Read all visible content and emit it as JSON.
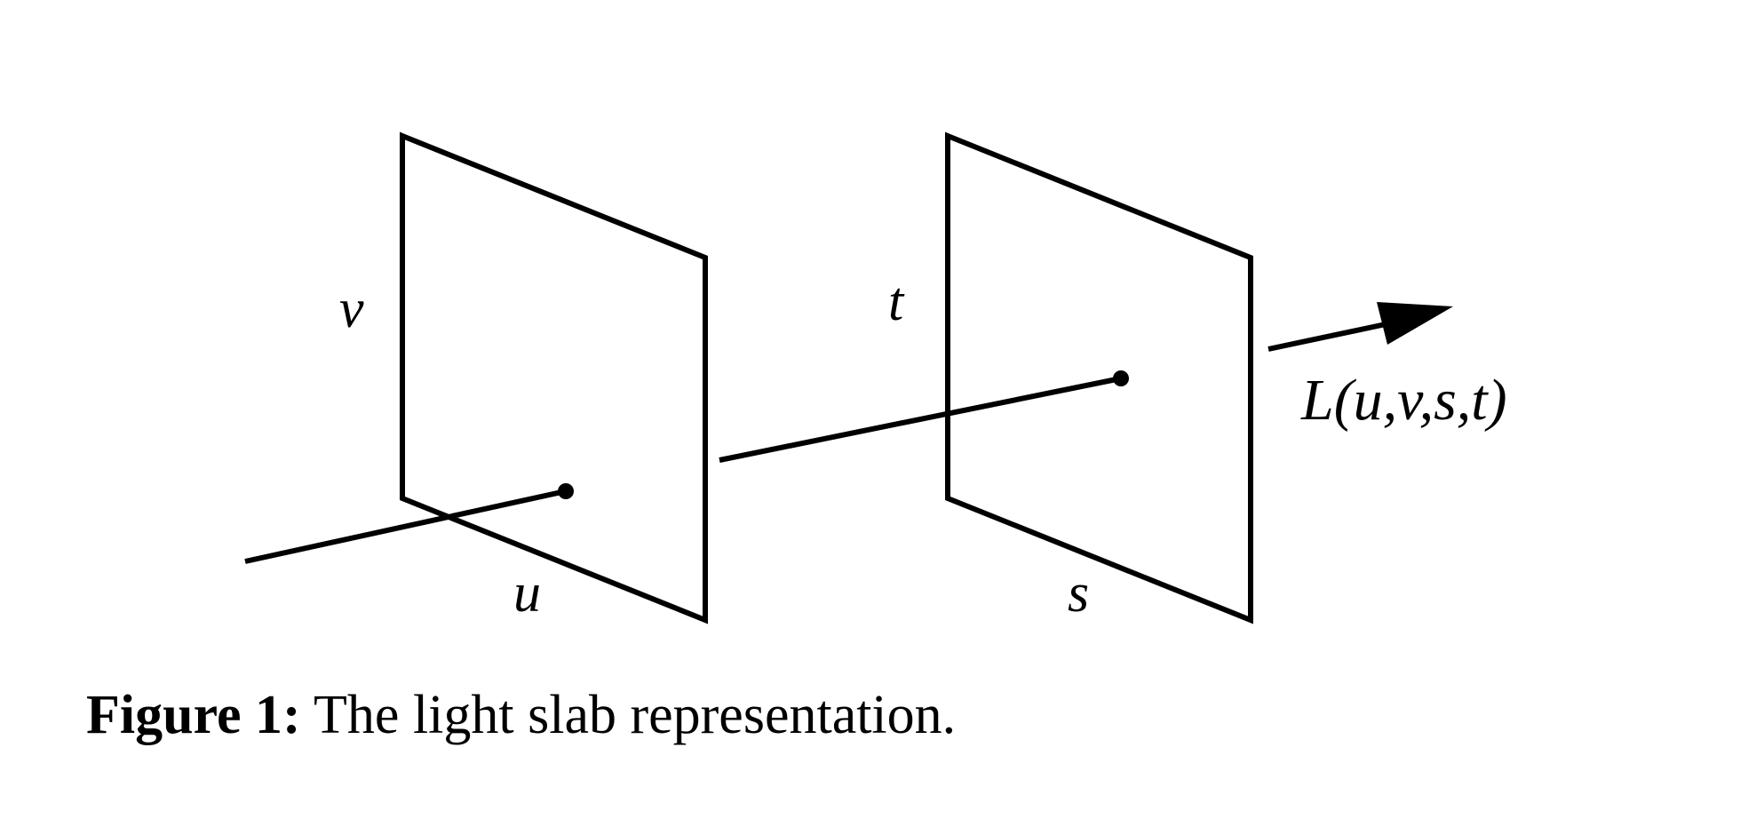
{
  "figure": {
    "labels": {
      "u": "u",
      "v": "v",
      "s": "s",
      "t": "t",
      "function": "L(u,v,s,t)"
    },
    "caption": {
      "label": "Figure 1:",
      "text": "The light slab representation."
    },
    "colors": {
      "stroke": "#000000",
      "background": "#ffffff"
    }
  }
}
